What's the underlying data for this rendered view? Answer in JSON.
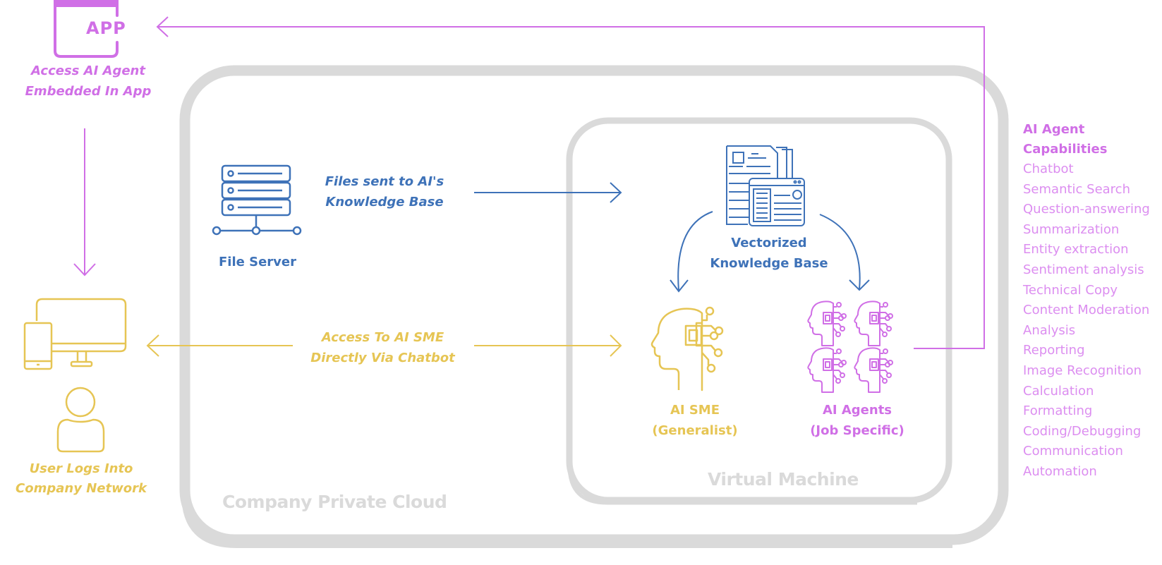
{
  "colors": {
    "purple": "#d06fe6",
    "purple_light": "#dc8ef0",
    "blue": "#3e72b8",
    "yellow": "#e6c554",
    "box_gray": "#dadada"
  },
  "app": {
    "icon_text": "APP",
    "label_line1": "Access AI Agent",
    "label_line2": "Embedded In App"
  },
  "user": {
    "label_line1": "User Logs Into",
    "label_line2": "Company Network"
  },
  "file_server": {
    "label": "File Server"
  },
  "files_flow": {
    "label_line1": "Files sent to AI's",
    "label_line2": "Knowledge Base"
  },
  "sme_flow": {
    "label_line1": "Access To AI SME",
    "label_line2": "Directly Via Chatbot"
  },
  "knowledge_base": {
    "label_line1": "Vectorized",
    "label_line2": "Knowledge Base"
  },
  "ai_sme": {
    "label_line1": "AI SME",
    "label_line2": "(Generalist)"
  },
  "ai_agents": {
    "label_line1": "AI Agents",
    "label_line2": "(Job Specific)"
  },
  "containers": {
    "private_cloud": "Company Private Cloud",
    "virtual_machine": "Virtual Machine"
  },
  "capabilities": {
    "title_line1": "AI Agent",
    "title_line2": "Capabilities",
    "items": [
      "Chatbot",
      "Semantic Search",
      "Question-answering",
      "Summarization",
      "Entity extraction",
      "Sentiment analysis",
      "Technical Copy",
      "Content Moderation",
      "Analysis",
      "Reporting",
      "Image Recognition",
      "Calculation",
      "Formatting",
      "Coding/Debugging",
      "Communication",
      "Automation"
    ]
  }
}
